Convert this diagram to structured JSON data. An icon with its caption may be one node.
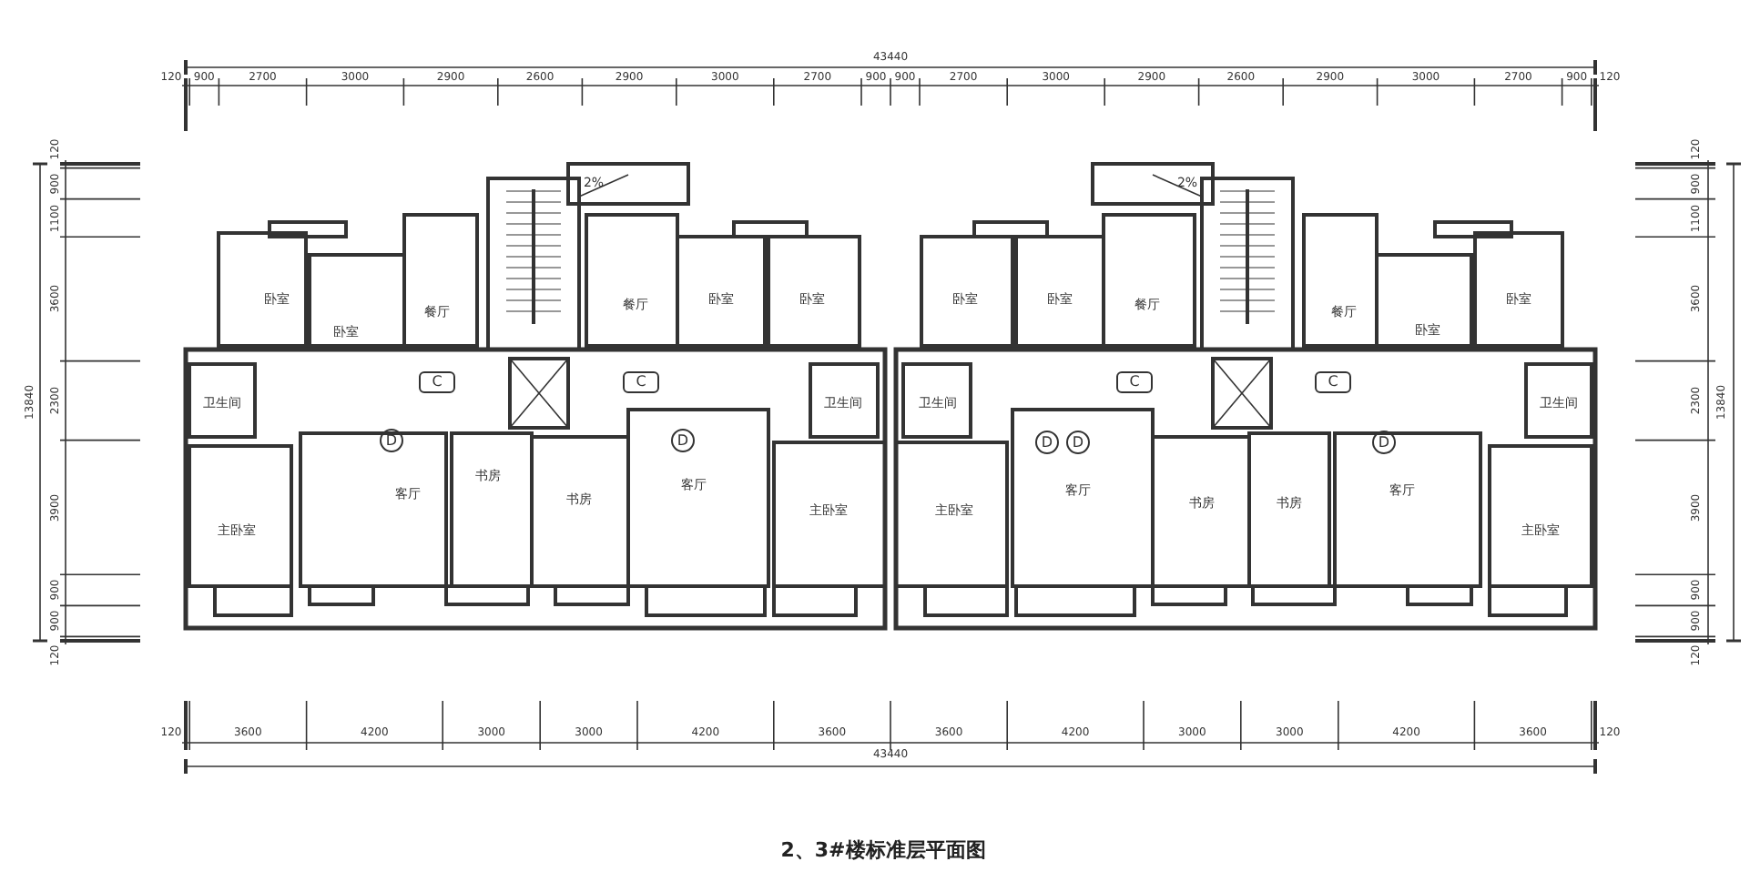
{
  "diagram": {
    "title": "2、3#楼标准层平面图",
    "labels": [
      "43440",
      "120",
      "900",
      "2700",
      "3000",
      "2900",
      "2600",
      "2900",
      "3000",
      "2700",
      "900",
      "900",
      "2700",
      "3000",
      "2900",
      "2600",
      "2900",
      "3000",
      "2700",
      "900",
      "120",
      "120",
      "900",
      "1100",
      "3600",
      "2300",
      "3900",
      "900",
      "900",
      "120",
      "13840",
      "120",
      "900",
      "1100",
      "3600",
      "2300",
      "3900",
      "900",
      "900",
      "120",
      "13840",
      "2%",
      "2%",
      "卧室",
      "卧室",
      "餐厅",
      "卫生间",
      "C",
      "D",
      "客厅",
      "主卧室",
      "书房",
      "餐厅",
      "卧室",
      "卧室",
      "C",
      "D",
      "书房",
      "客厅",
      "卫生间",
      "主卧室",
      "卧室",
      "卧室",
      "餐厅",
      "卫生间",
      "C",
      "D",
      "D",
      "主卧室",
      "客厅",
      "书房",
      "餐厅",
      "卧室",
      "卧室",
      "C",
      "D",
      "卫生间",
      "书房",
      "客厅",
      "主卧室",
      "120",
      "3600",
      "4200",
      "3000",
      "3000",
      "4200",
      "3600",
      "3600",
      "4200",
      "3000",
      "3000",
      "4200",
      "3600",
      "120",
      "43440"
    ]
  }
}
